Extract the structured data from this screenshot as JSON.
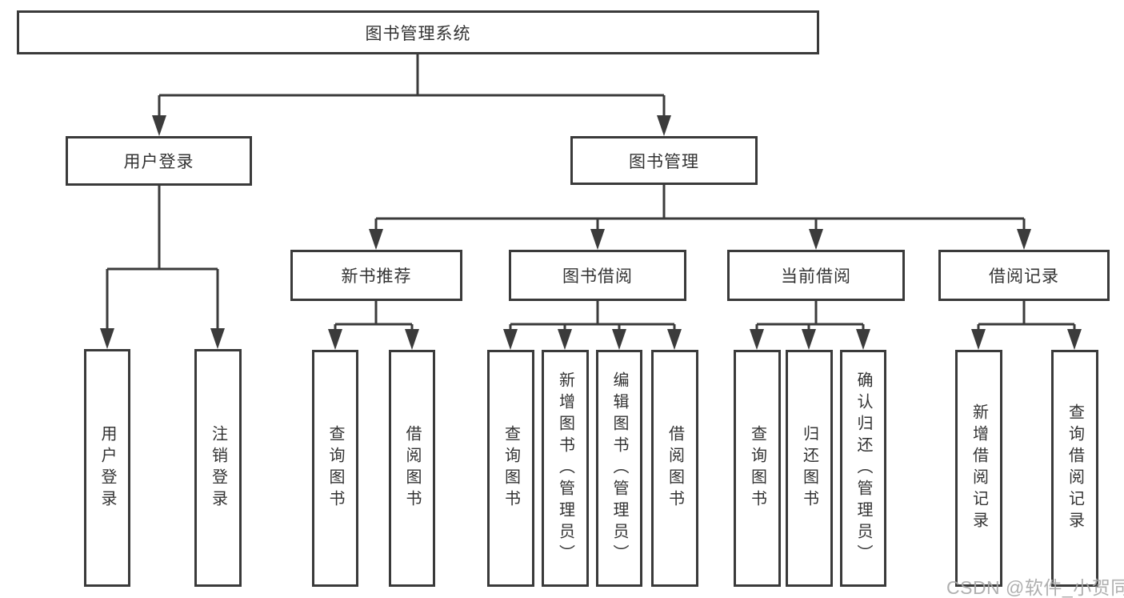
{
  "tree": {
    "root": "图书管理系统",
    "branches": [
      {
        "label": "用户登录",
        "children": [
          "用户登录",
          "注销登录"
        ]
      },
      {
        "label": "图书管理",
        "sections": [
          {
            "label": "新书推荐",
            "children": [
              "查询图书",
              "借阅图书"
            ]
          },
          {
            "label": "图书借阅",
            "children": [
              "查询图书",
              "新增图书（管理员）",
              "编辑图书（管理员）",
              "借阅图书"
            ]
          },
          {
            "label": "当前借阅",
            "children": [
              "查询图书",
              "归还图书",
              "确认归还（管理员）"
            ]
          },
          {
            "label": "借阅记录",
            "children": [
              "新增借阅记录",
              "查询借阅记录"
            ]
          }
        ]
      }
    ]
  },
  "watermark": "CSDN @软件_小贺同学",
  "colors": {
    "line": "#3b3b3b",
    "text": "#333333",
    "watermark": "#a8a8a8",
    "background": "#ffffff"
  }
}
